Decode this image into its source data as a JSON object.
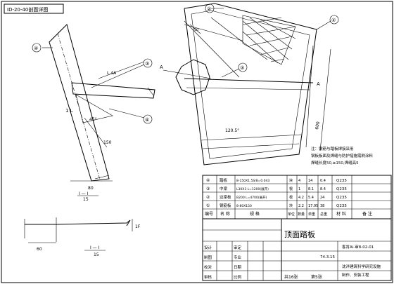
{
  "sheet": {
    "title": "ID-20-40剖面详图",
    "section_label": "I — I",
    "section_label_2": "I — I",
    "scale_1": "15",
    "scale_2": "15",
    "dim_80": "80",
    "dim_150": "150",
    "dim_60": "60",
    "dim_45": "45°",
    "dim_l4a": "L 4A",
    "mark_1l": "1 L",
    "mark_a": "A",
    "mark_a2": "A",
    "fan_label": "120.5°",
    "dim_600": "600",
    "dim_50": "50",
    "dim_1f": "1F",
    "callout_2": "②",
    "callout_2b": "②",
    "callout_3": "③",
    "callout_3b": "③",
    "callout_4": "④",
    "callout_4b": "④"
  },
  "notes": {
    "line1": "注：钢筋与踏板焊接采用",
    "line2": "钢板板面及焊缝与防护措施需刷涂料",
    "line3": "焊缝长度50,≥150,焊缝高5"
  },
  "bom": {
    "rows": [
      {
        "no": "④",
        "name": "踏板",
        "spec": "8-150X1.5S/8=0.043",
        "unit": "块",
        "qty": "4",
        "w1": "14",
        "w2": "0.4",
        "mat": "Q235"
      },
      {
        "no": "③",
        "name": "中梁",
        "spec": "L30X3 L=1200(展开)",
        "unit": "根",
        "qty": "1",
        "w1": "8.1",
        "w2": "8.4",
        "mat": "Q235"
      },
      {
        "no": "②",
        "name": "边梁板",
        "spec": "B200 L=4700(展开)",
        "unit": "根",
        "qty": "4.2",
        "w1": "5.4",
        "w2": "24",
        "mat": "Q235"
      },
      {
        "no": "①",
        "name": "钢筋板",
        "spec": "8-80X150",
        "unit": "块",
        "qty": "2.2",
        "w1": "17.95",
        "w2": "38",
        "mat": "Q235"
      }
    ],
    "header": {
      "no": "编号",
      "name": "名 称",
      "spec": "规 格",
      "unit": "单位",
      "qty": "数量",
      "w1": "单重",
      "w2": "总重",
      "mat": "材 料",
      "remark": "备 注"
    }
  },
  "titleblock": {
    "drawing_name": "顶面踏板",
    "drawing_no": "客肯Ai-审8-02-01",
    "company": "沈洋建筑科学研究设施",
    "subtitle": "制作、安装工程",
    "row_labels": [
      "设计",
      "制图",
      "校对",
      "审核",
      "审定"
    ],
    "row_labels_2": [
      "专业",
      "日期",
      "比例"
    ],
    "date": "74.3.15",
    "sheet_count": "共16张",
    "sheet_no": "第5张"
  }
}
